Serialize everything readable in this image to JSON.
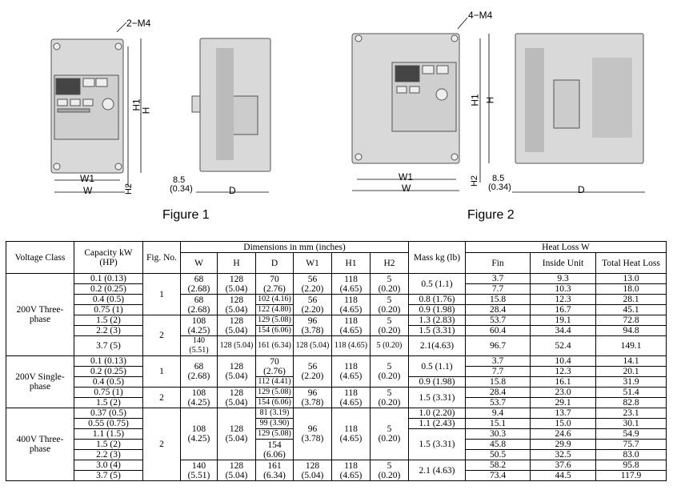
{
  "figures": {
    "fig1": {
      "caption": "Figure 1",
      "mount": "2−M4",
      "dim_h1": "H1",
      "dim_h": "H",
      "dim_h2": "H2",
      "dim_w1": "W1",
      "dim_w": "W",
      "dim_d": "D",
      "offset": "8.5",
      "offset_in": "(0.34)"
    },
    "fig2": {
      "caption": "Figure 2",
      "mount": "4−M4",
      "dim_h1": "H1",
      "dim_h": "H",
      "dim_h2": "H2",
      "dim_w1": "W1",
      "dim_w": "W",
      "dim_d": "D",
      "offset": "8.5",
      "offset_in": "(0.34)"
    }
  },
  "table": {
    "headers": {
      "voltage": "Voltage Class",
      "capacity": "Capacity kW (HP)",
      "fig": "Fig. No.",
      "dims": "Dimensions in mm (inches)",
      "w": "W",
      "h": "H",
      "d": "D",
      "w1": "W1",
      "h1": "H1",
      "h2": "H2",
      "mass": "Mass kg (lb)",
      "heat": "Heat Loss  W",
      "fin": "Fin",
      "inside": "Inside Unit",
      "total": "Total Heat Loss"
    },
    "groups": [
      {
        "class": "200V Three-phase",
        "fig1": "1",
        "fig2": "2"
      },
      {
        "class": "200V Single-phase",
        "fig1": "1",
        "fig2": "2"
      },
      {
        "class": "400V Three-phase",
        "fig": "2"
      }
    ],
    "capacity": [
      "0.1 (0.13)",
      "0.2 (0.25)",
      "0.4 (0.5)",
      "0.75 (1)",
      "1.5 (2)",
      "2.2 (3)",
      "3.7 (5)",
      "0.1 (0.13)",
      "0.2 (0.25)",
      "0.4 (0.5)",
      "0.75 (1)",
      "1.5 (2)",
      "0.37 (0.5)",
      "0.55 (0.75)",
      "1.1 (1.5)",
      "1.5 (2)",
      "2.2 (3)",
      "3.0 (4)",
      "3.7 (5)"
    ],
    "fin": [
      "3.7",
      "7.7",
      "15.8",
      "28.4",
      "53.7",
      "60.4",
      "96.7",
      "3.7",
      "7.7",
      "15.8",
      "28.4",
      "53.7",
      "9.4",
      "15.1",
      "30.3",
      "45.8",
      "50.5",
      "58.2",
      "73.4"
    ],
    "inside": [
      "9.3",
      "10.3",
      "12.3",
      "16.7",
      "19.1",
      "34.4",
      "52.4",
      "10.4",
      "12.3",
      "16.1",
      "23.0",
      "29.1",
      "13.7",
      "15.0",
      "24.6",
      "29.9",
      "32.5",
      "37.6",
      "44.5"
    ],
    "total": [
      "13.0",
      "18.0",
      "28.1",
      "45.1",
      "72.8",
      "94.8",
      "149.1",
      "14.1",
      "20.1",
      "31.9",
      "51.4",
      "82.8",
      "23.1",
      "30.1",
      "54.9",
      "75.7",
      "83.0",
      "95.8",
      "117.9"
    ],
    "dims": {
      "a_w": "68",
      "a_w_in": "(2.68)",
      "a_h": "128",
      "a_h_in": "(5.04)",
      "a_d": "70",
      "a_d_in": "(2.76)",
      "a_w1": "56",
      "a_w1_in": "(2.20)",
      "a_h1": "118",
      "a_h1_in": "(4.65)",
      "a_h2": "5",
      "a_h2_in": "(0.20)",
      "b_w": "68",
      "b_w_in": "(2.68)",
      "b_h": "128",
      "b_h_in": "(5.04)",
      "b_d1": "102 (4.16)",
      "b_d2": "122 (4.80)",
      "b_w1": "56",
      "b_w1_in": "(2.20)",
      "b_h1": "118",
      "b_h1_in": "(4.65)",
      "b_h2": "5",
      "b_h2_in": "(0.20)",
      "c_w": "108",
      "c_w_in": "(4.25)",
      "c_h": "128",
      "c_h_in": "(5.04)",
      "c_d1": "129 (5.08)",
      "c_d2": "154 (6.06)",
      "c_w1": "96",
      "c_w1_in": "(3.78)",
      "c_h1": "118",
      "c_h1_in": "(4.65)",
      "c_h2": "5",
      "c_h2_in": "(0.20)",
      "r37": [
        "140 (5.51)",
        "128 (5.04)",
        "161 (6.34)",
        "128 (5.04)",
        "118 (4.65)",
        "5 (0.20)"
      ],
      "s_w": "68",
      "s_w_in": "(2.68)",
      "s_h": "128",
      "s_h_in": "(5.04)",
      "s_d": "70",
      "s_d_in": "(2.76)",
      "s_d2": "112 (4.41)",
      "s_w1": "56",
      "s_w1_in": "(2.20)",
      "s_h1": "118",
      "s_h1_in": "(4.65)",
      "s_h2": "5",
      "s_h2_in": "(0.20)",
      "t_w": "108",
      "t_w_in": "(4.25)",
      "t_h": "128",
      "t_h_in": "(5.04)",
      "t_d1": "129 (5.08)",
      "t_d2": "154 (6.06)",
      "t_w1": "96",
      "t_w1_in": "(3.78)",
      "t_h1": "118",
      "t_h1_in": "(4.65)",
      "t_h2": "5",
      "t_h2_in": "(0.20)",
      "u_w": "108",
      "u_w_in": "(4.25)",
      "u_h": "128",
      "u_h_in": "(5.04)",
      "u_d1": "81 (3.19)",
      "u_d2": "99 (3.90)",
      "u_d3": "129 (5.08)",
      "u_d4": "154",
      "u_d4_in": "(6.06)",
      "u_w1": "96",
      "u_w1_in": "(3.78)",
      "u_h1": "118",
      "u_h1_in": "(4.65)",
      "u_h2": "5",
      "u_h2_in": "(0.20)",
      "v_w": "140",
      "v_w_in": "(5.51)",
      "v_h": "128",
      "v_h_in": "(5.04)",
      "v_d": "161",
      "v_d_in": "(6.34)",
      "v_w1": "128",
      "v_w1_in": "(5.04)",
      "v_h1": "118",
      "v_h1_in": "(4.65)",
      "v_h2": "5",
      "v_h2_in": "(0.20)"
    },
    "mass": {
      "m1": "0.5 (1.1)",
      "m2": "0.8 (1.76)",
      "m3": "0.9 (1.98)",
      "m4": "1.3 (2.83)",
      "m5": "1.5 (3.31)",
      "m6": "2.1(4.63)",
      "m7": "0.5 (1.1)",
      "m8": "0.9 (1.98)",
      "m9": "1.5 (3.31)",
      "m10": "1.0 (2.20)",
      "m11": "1.1 (2.43)",
      "m12": "1.5 (3.31)",
      "m13": "2.1 (4.63)"
    }
  }
}
